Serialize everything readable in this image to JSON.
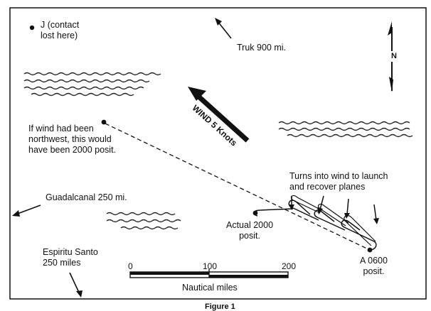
{
  "labels": {
    "point_j": "J (contact\nlost here)",
    "truk": "Truk 900 mi.",
    "wind": "WIND 5 Knots",
    "north": "N",
    "northwest_note": "If wind had been\nnorthwest, this would\nhave been 2000 posit.",
    "guadalcanal": "Guadalcanal 250 mi.",
    "turns": "Turns into wind to launch\nand recover planes",
    "actual": "Actual 2000\nposit.",
    "a_posit": "A 0600\nposit.",
    "espiritu": "Espiritu Santo\n250 miles",
    "scale_title": "Nautical miles",
    "caption": "Figure 1"
  },
  "scale_ticks": [
    "0",
    "100",
    "200"
  ]
}
